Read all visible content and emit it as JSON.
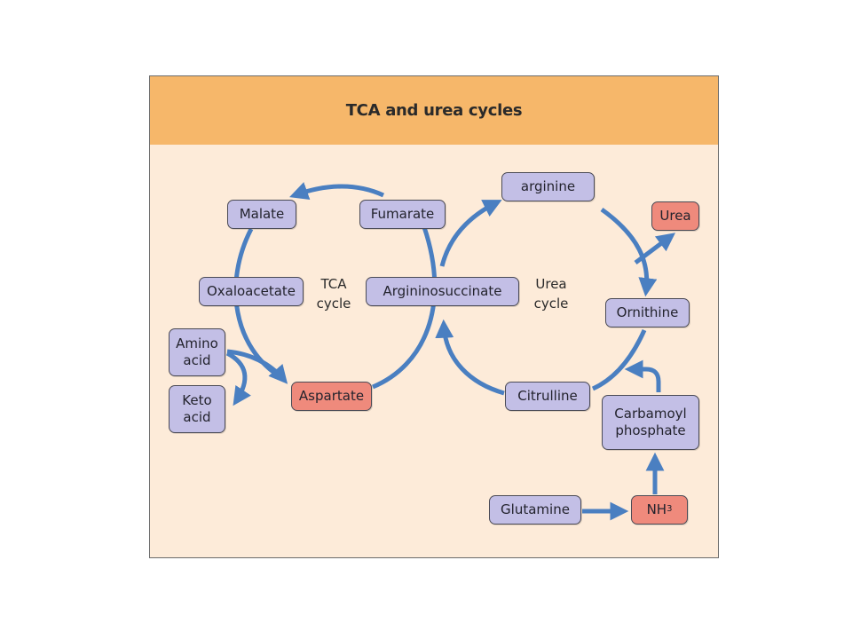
{
  "title": "TCA and urea cycles",
  "cycle_labels": {
    "tca": "TCA\ncycle",
    "urea": "Urea\ncycle"
  },
  "nodes": {
    "malate": "Malate",
    "fumarate": "Fumarate",
    "arginine": "arginine",
    "urea": "Urea",
    "oxaloacetate": "Oxaloacetate",
    "argininosuccinate": "Argininosuccinate",
    "ornithine": "Ornithine",
    "amino_acid": "Amino\nacid",
    "keto_acid": "Keto\nacid",
    "aspartate": "Aspartate",
    "citrulline": "Citrulline",
    "carbamoyl_phosphate": "Carbamoyl\nphosphate",
    "glutamine": "Glutamine",
    "nh3_base": "NH",
    "nh3_sub": "3"
  },
  "colors": {
    "arrow": "#4a7fc1",
    "node_fill": "#c3bfe6",
    "highlight_fill": "#ef8a7c",
    "header_fill": "#f6b76a",
    "panel_fill": "#fdebd9"
  }
}
